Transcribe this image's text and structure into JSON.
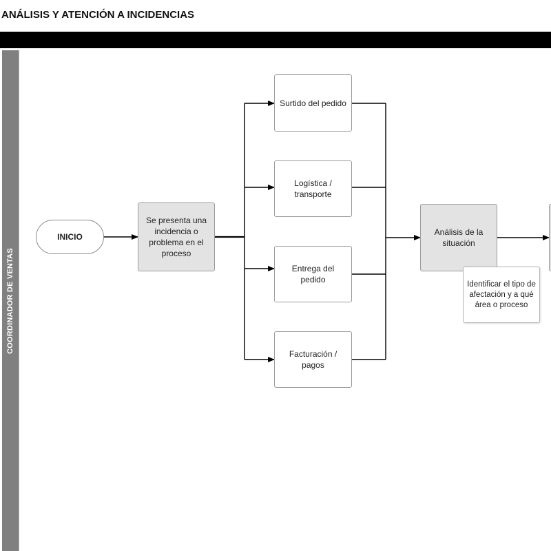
{
  "diagram": {
    "title": "ANÁLISIS Y ATENCIÓN A INCIDENCIAS",
    "lane": "COORDINADOR DE VENTAS",
    "nodes": {
      "inicio": "INICIO",
      "incidencia": "Se presenta una incidencia o problema en el proceso",
      "surtido": "Surtido del pedido",
      "logistica": "Logística / transporte",
      "entrega": "Entrega del pedido",
      "facturacion": "Facturación / pagos",
      "analisis": "Análisis de la situación",
      "identificar": "Identificar el tipo de afectación y a qué área o proceso"
    }
  },
  "colors": {
    "grey_fill": "#e3e3e3",
    "lane_header": "#808080",
    "band": "#000000"
  }
}
